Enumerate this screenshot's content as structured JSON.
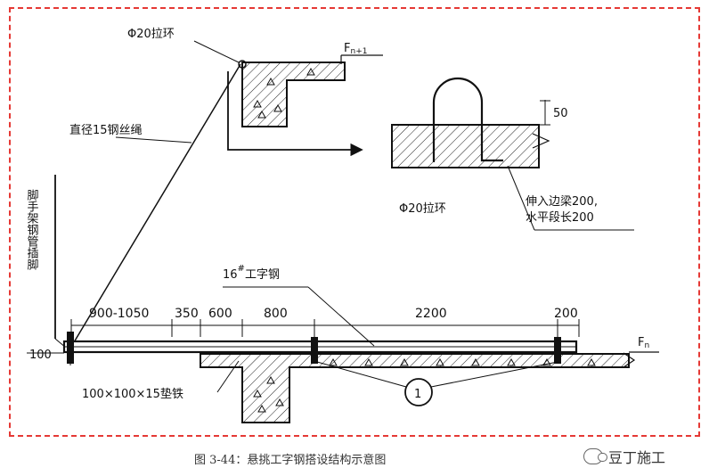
{
  "diagram": {
    "labels": {
      "ring_top": "Φ20拉环",
      "f_top_main": "F",
      "f_top_sub": "n+1",
      "rope": "直径15钢丝绳",
      "scaffold_pole": "脚手架钢管插脚",
      "ring_detail": "Φ20拉环",
      "dim_50": "50",
      "embed_line1": "伸入边梁200,",
      "embed_line2": "水平段长200",
      "beam_no": "16",
      "beam_hash": "#",
      "beam_name": "工字钢",
      "dim_100": "100",
      "pad": "100×100×15垫铁",
      "f_right_main": "F",
      "f_right_sub": "n",
      "circle_no": "1"
    },
    "dimensions": [
      "900-1050",
      "350",
      "600",
      "800",
      "2200",
      "200"
    ]
  },
  "caption": "图 3-44：悬挑工字钢搭设结构示意图",
  "brand": "豆丁施工"
}
